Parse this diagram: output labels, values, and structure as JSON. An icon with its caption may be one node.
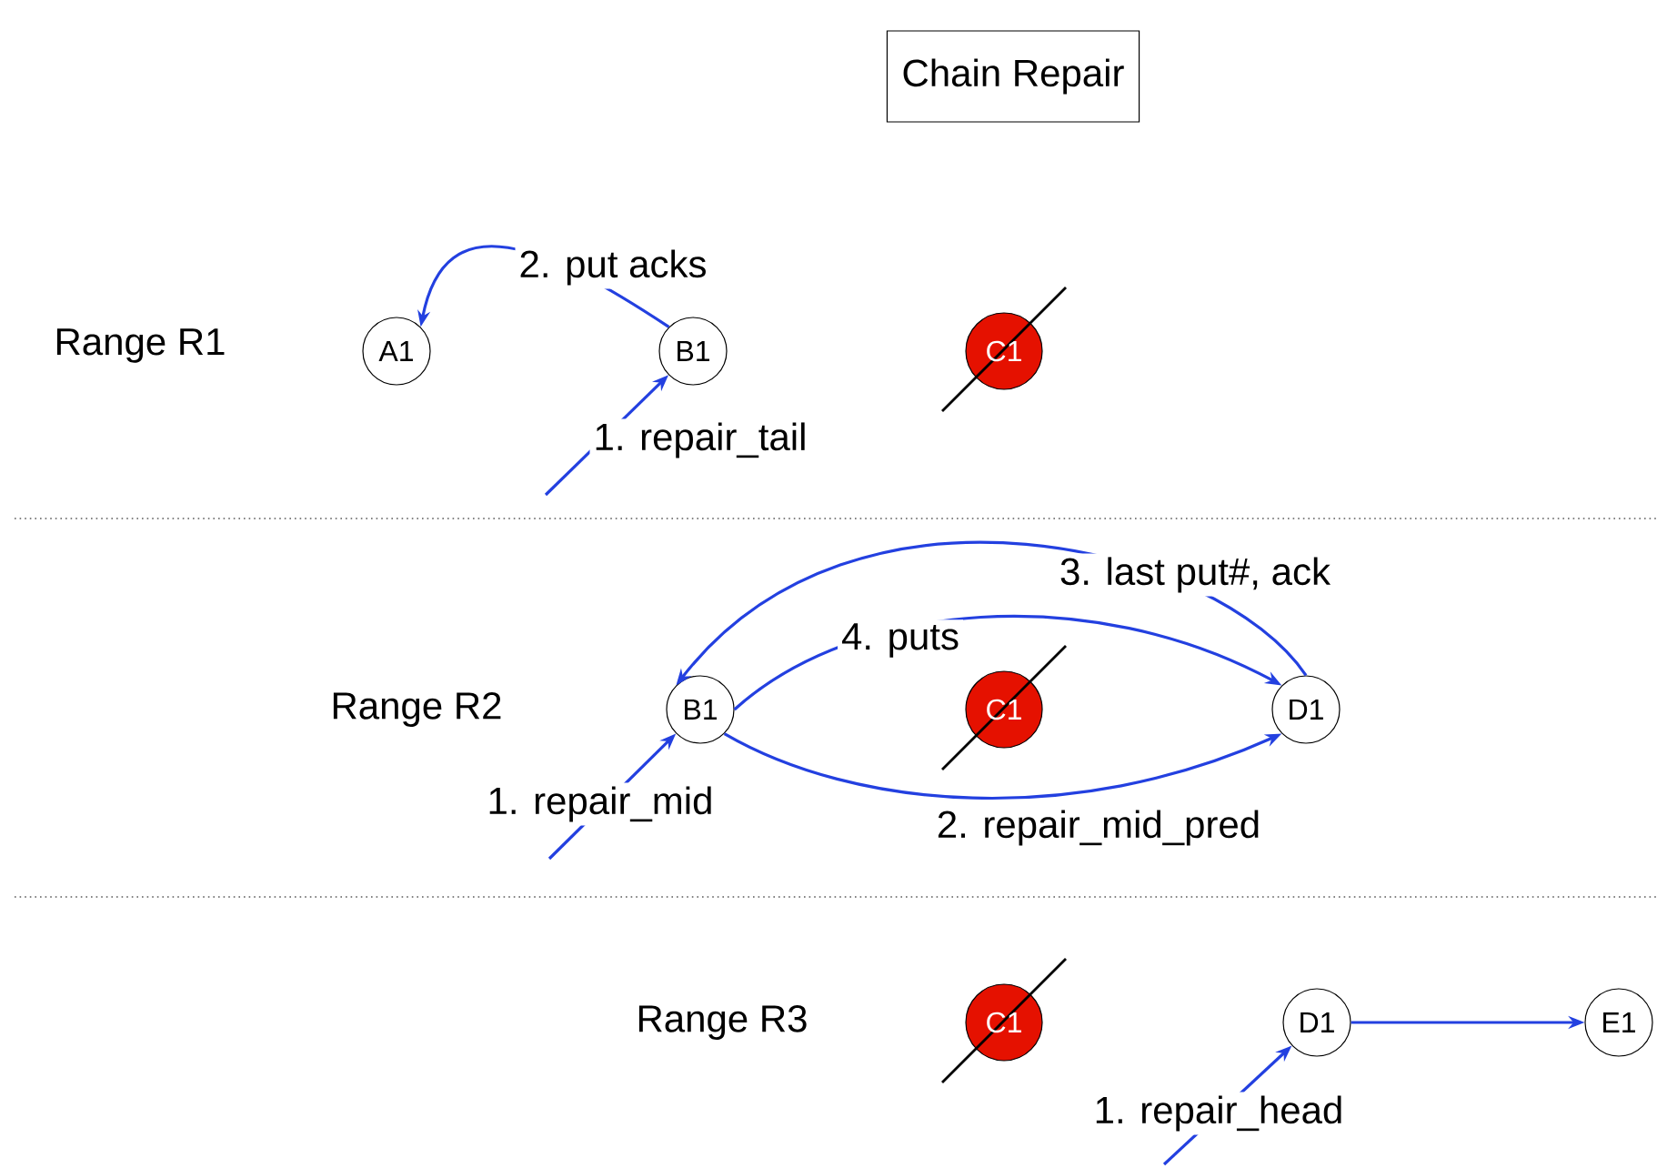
{
  "diagram": {
    "title": "Chain Repair",
    "nodes": [
      {
        "text": [
          "A1"
        ]
      },
      {
        "text": [
          "B1"
        ]
      },
      {
        "text": [
          "C1"
        ]
      },
      {
        "text": [
          "B1"
        ]
      },
      {
        "text": [
          "C1"
        ]
      },
      {
        "text": [
          "D1"
        ]
      },
      {
        "text": [
          "C1"
        ]
      },
      {
        "text": [
          "D1"
        ]
      },
      {
        "text": [
          "E1"
        ]
      }
    ],
    "edges": [
      {
        "from": null,
        "to": 1,
        "arrow": "to",
        "label": "1. repair_tail"
      },
      {
        "from": 1,
        "to": 0,
        "arrow": "to",
        "label": "2. put acks"
      },
      {
        "from": null,
        "to": 3,
        "arrow": "to",
        "label": "1. repair_mid"
      },
      {
        "from": 3,
        "to": 5,
        "arrow": "to",
        "label": "2. repair_mid_pred"
      },
      {
        "from": 5,
        "to": 3,
        "arrow": "to",
        "label": "3. last put#, ack"
      },
      {
        "from": 3,
        "to": 5,
        "arrow": "to",
        "label": "4. puts"
      },
      {
        "from": null,
        "to": 7,
        "arrow": "to",
        "label": "1. repair_head"
      },
      {
        "from": 7,
        "to": 8,
        "arrow": "to"
      }
    ],
    "labels": [
      "Range R1",
      "Range R2",
      "Range R3"
    ]
  }
}
